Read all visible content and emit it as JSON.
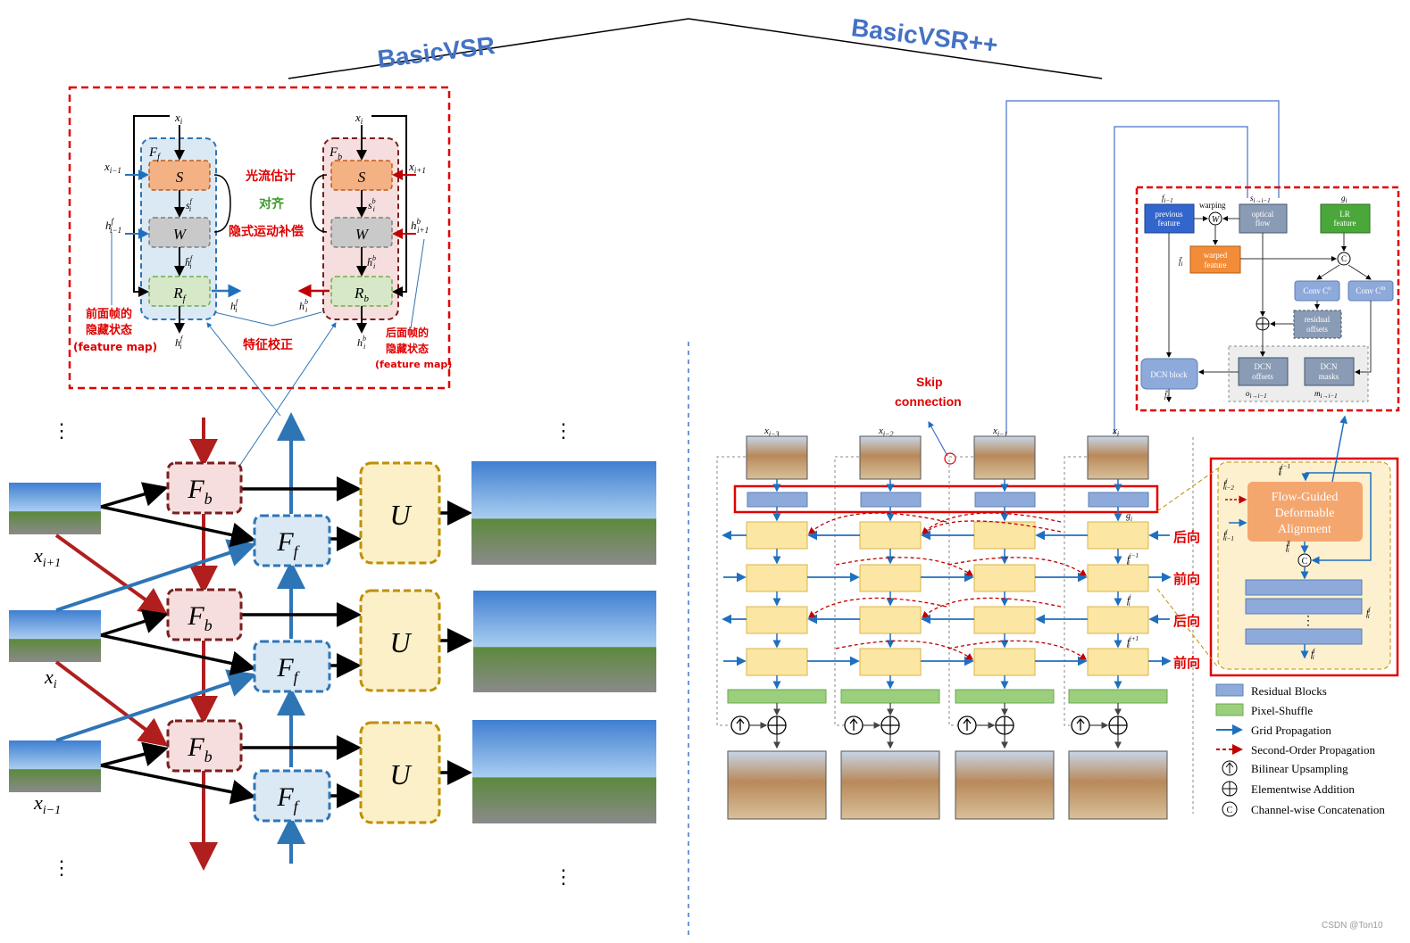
{
  "titles": {
    "left": "BasicVSR",
    "right": "BasicVSR++"
  },
  "colors": {
    "red": "#e00000",
    "blue": "#4472c4",
    "dark_red": "#b01e1e",
    "ff_fill": "#dbe9f5",
    "fb_fill": "#f6dede",
    "u_fill": "#fbf0c8",
    "res_block": "#8eaadb",
    "pixel_shuffle": "#9bcf7e",
    "yellow_block": "#fce6a3"
  },
  "basicvsr_detail": {
    "x_i_top_left": "x_i",
    "x_i_top_right": "x_i",
    "F_f": "F_f",
    "F_b": "F_b",
    "S": "S",
    "W": "W",
    "R_f": "R_f",
    "R_b": "R_b",
    "x_prev": "x_{i-1}",
    "x_next": "x_{i+1}",
    "h_prev": "h^f_{i-1}",
    "h_next": "h^b_{i+1}",
    "s_f": "s^f_i",
    "s_b": "s^b_i",
    "hbar_f": "h̄^f_i",
    "hbar_b": "h̄^b_i",
    "h_f_out": "h^f_i",
    "h_b_out": "h^b_i",
    "h_f_bottom": "h^f_i",
    "h_b_bottom": "h^b_i",
    "flow_estimation": "光流估计",
    "alignment": "对齐",
    "implicit_motion_comp": "隐式运动补偿",
    "feature_correction": "特征校正",
    "prev_hidden_line1": "前面帧的",
    "prev_hidden_line2": "隐藏状态",
    "prev_hidden_line3": "(feature map)",
    "next_hidden_line1": "后面帧的",
    "next_hidden_line2": "隐藏状态",
    "next_hidden_line3": "(feature map)"
  },
  "basicvsr_pipeline": {
    "Fb": "F_b",
    "Ff": "F_f",
    "U": "U",
    "frame_labels": [
      "x_{i+1}",
      "x_i",
      "x_{i-1}"
    ],
    "dots": "⋮"
  },
  "basicvsrpp": {
    "skip_connection_line1": "Skip",
    "skip_connection_line2": "connection",
    "input_labels": [
      "x_{i-3}",
      "x_{i-2}",
      "x_{i-1}",
      "x_i"
    ],
    "g_i": "g_i",
    "direction_labels": [
      "后向",
      "前向",
      "后向",
      "前向"
    ],
    "f_labels": [
      "f^{j-1}_i",
      "f^j_i",
      "f^{j+1}_i"
    ],
    "legend": [
      {
        "label": "Residual Blocks",
        "icon": "blue-rect"
      },
      {
        "label": "Pixel-Shuffle",
        "icon": "green-rect"
      },
      {
        "label": "Grid Propagation",
        "icon": "blue-arrow"
      },
      {
        "label": "Second-Order Propagation",
        "icon": "red-dashed-arrow"
      },
      {
        "label": "Bilinear Upsampling",
        "icon": "up-circle"
      },
      {
        "label": "Elementwise Addition",
        "icon": "plus-circle"
      },
      {
        "label": "Channel-wise Concatenation",
        "icon": "c-circle"
      }
    ],
    "alignment_detail": {
      "f_prev": "f_{i-1}",
      "s_label": "s_{i→i-1}",
      "g_label": "g_i",
      "previous_feature_1": "previous",
      "previous_feature_2": "feature",
      "warping": "warping",
      "W": "W",
      "optical_flow_1": "optical",
      "optical_flow_2": "flow",
      "lr_feature_1": "LR",
      "lr_feature_2": "feature",
      "warped_feature_1": "warped",
      "warped_feature_2": "feature",
      "f_bar": "f̄_i",
      "C": "C",
      "conv_co": "Conv C^o",
      "conv_cm": "Conv C^m",
      "residual_offsets_1": "residual",
      "residual_offsets_2": "offsets",
      "dcn_block": "DCN block",
      "dcn_offsets_1": "DCN",
      "dcn_offsets_2": "offsets",
      "dcn_masks_1": "DCN",
      "dcn_masks_2": "masks",
      "o_label": "o_{i→i-1}",
      "m_label": "m_{i→i-1}",
      "f_hat": "f̂_i"
    },
    "fgda": {
      "title_line1": "Flow-Guided",
      "title_line2": "Deformable",
      "title_line3": "Alignment",
      "f_top": "f^{j-1}_i",
      "f_a": "f^j_{i-2}",
      "f_b": "f^j_{i-1}",
      "f_hat": "f̂^j_i",
      "C": "C",
      "f_right": "f^j_i",
      "f_bottom": "f^j_i",
      "dots": "⋮"
    }
  },
  "watermark": "CSDN @Ton10"
}
